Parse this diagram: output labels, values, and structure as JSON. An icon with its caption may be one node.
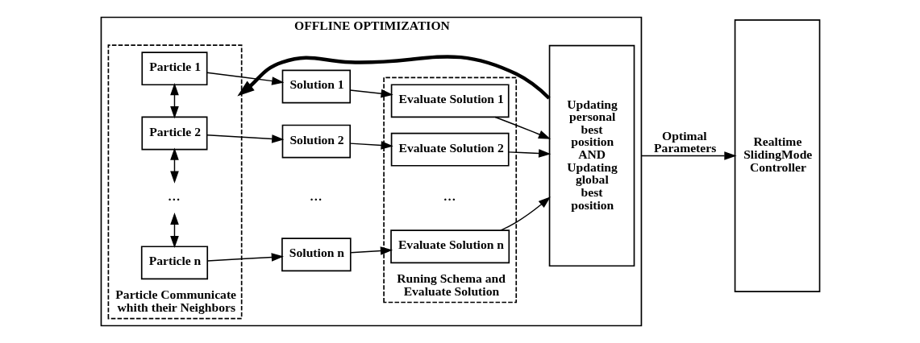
{
  "diagram": {
    "nodes": [
      {
        "text": [
          "OFFLINE OPTIMIZATION"
        ]
      },
      {
        "text": [
          "Particle Communicate whith their Neighbors"
        ],
        "in": 0
      },
      {
        "text": [
          "Particle 1"
        ],
        "in": 1
      },
      {
        "text": [
          "Particle 2"
        ],
        "in": 1
      },
      {
        "text": [
          "…"
        ],
        "in": 1
      },
      {
        "text": [
          "Particle n"
        ],
        "in": 1
      },
      {
        "text": [
          "Solution 1"
        ],
        "in": 0
      },
      {
        "text": [
          "Solution 2"
        ],
        "in": 0
      },
      {
        "text": [
          "Solution n"
        ],
        "in": 0
      },
      {
        "text": [
          "Runing Schema and Evaluate Solution"
        ],
        "in": 0
      },
      {
        "text": [
          "Evaluate Solution 1"
        ],
        "in": 9
      },
      {
        "text": [
          "Evaluate Solution 2"
        ],
        "in": 9
      },
      {
        "text": [
          "Evaluate Solution n"
        ],
        "in": 9
      },
      {
        "text": [
          "Updating personal best position AND Updating global best position"
        ],
        "in": 0
      },
      {
        "text": [
          "Realtime SlidingMode Controller"
        ]
      }
    ],
    "edges": [
      {
        "from": 2,
        "to": 3,
        "arrow": "both"
      },
      {
        "from": 3,
        "to": 4,
        "arrow": "both"
      },
      {
        "from": 4,
        "to": 5,
        "arrow": "both"
      },
      {
        "from": 2,
        "to": 6,
        "arrow": "to"
      },
      {
        "from": 3,
        "to": 7,
        "arrow": "to"
      },
      {
        "from": 5,
        "to": 8,
        "arrow": "to"
      },
      {
        "from": 6,
        "to": 10,
        "arrow": "to"
      },
      {
        "from": 7,
        "to": 11,
        "arrow": "to"
      },
      {
        "from": 8,
        "to": 12,
        "arrow": "to"
      },
      {
        "from": 10,
        "to": 13,
        "arrow": "to"
      },
      {
        "from": 11,
        "to": 13,
        "arrow": "to"
      },
      {
        "from": 12,
        "to": 13,
        "arrow": "to"
      },
      {
        "from": 13,
        "to": 1,
        "arrow": "to",
        "style": "thick"
      },
      {
        "from": 0,
        "to": 14,
        "arrow": "to",
        "label": "Optimal Parameters"
      }
    ],
    "labels": [
      "…",
      "…"
    ]
  }
}
